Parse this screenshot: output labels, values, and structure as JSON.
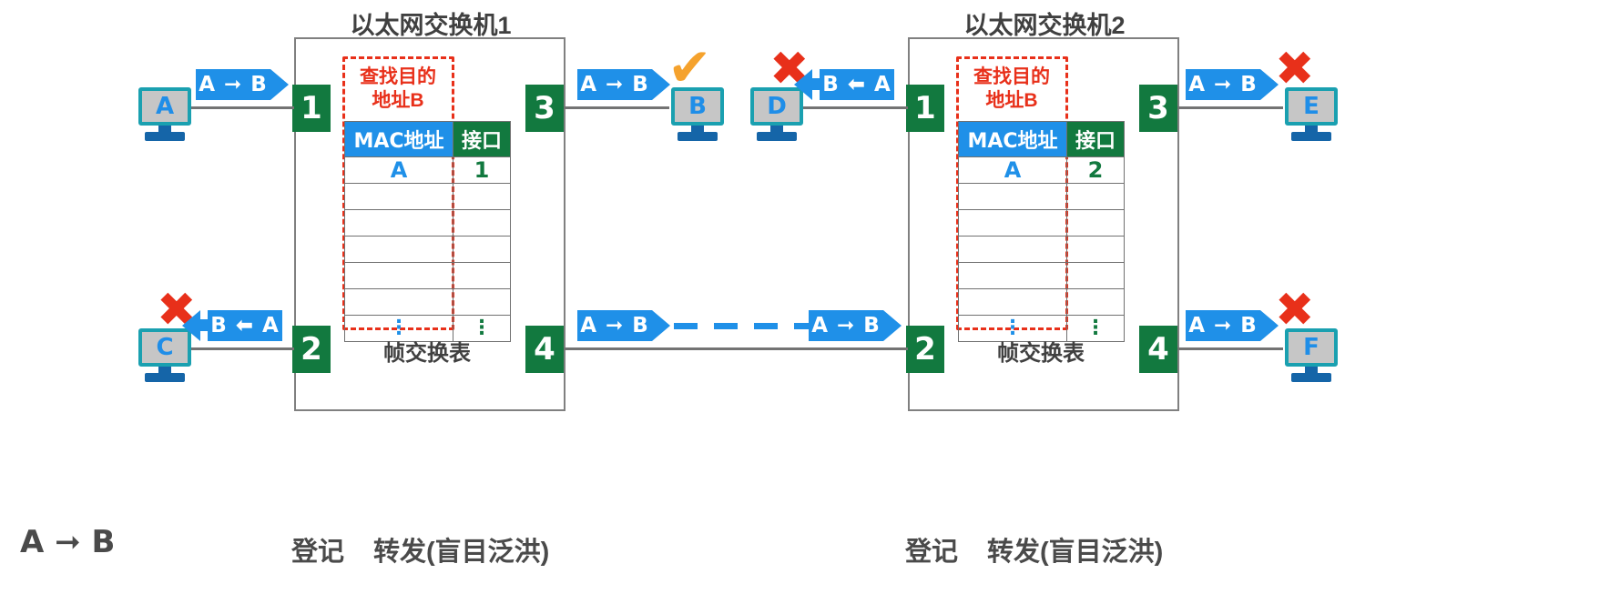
{
  "diagram": {
    "switches": [
      {
        "title": "以太网交换机1",
        "ports": [
          "1",
          "3",
          "2",
          "4"
        ],
        "lookup_note": "查找目的\n地址B",
        "table": {
          "headers": [
            "MAC地址",
            "接口"
          ],
          "rows": [
            {
              "mac": "A",
              "itf": "1"
            },
            {
              "mac": "",
              "itf": ""
            },
            {
              "mac": "",
              "itf": ""
            },
            {
              "mac": "",
              "itf": ""
            },
            {
              "mac": "",
              "itf": ""
            },
            {
              "mac": "",
              "itf": ""
            },
            {
              "mac": "⋮",
              "itf": "⋮"
            }
          ],
          "caption": "帧交换表"
        },
        "legend_register": "登记",
        "legend_forward": "转发(盲目泛洪)"
      },
      {
        "title": "以太网交换机2",
        "ports": [
          "1",
          "3",
          "2",
          "4"
        ],
        "lookup_note": "查找目的\n地址B",
        "table": {
          "headers": [
            "MAC地址",
            "接口"
          ],
          "rows": [
            {
              "mac": "A",
              "itf": "2"
            },
            {
              "mac": "",
              "itf": ""
            },
            {
              "mac": "",
              "itf": ""
            },
            {
              "mac": "",
              "itf": ""
            },
            {
              "mac": "",
              "itf": ""
            },
            {
              "mac": "",
              "itf": ""
            },
            {
              "mac": "⋮",
              "itf": "⋮"
            }
          ],
          "caption": "帧交换表"
        },
        "legend_register": "登记",
        "legend_forward": "转发(盲目泛洪)"
      }
    ],
    "hosts": [
      {
        "id": "host-a",
        "label": "A",
        "mark": ""
      },
      {
        "id": "host-b",
        "label": "B",
        "mark": "check"
      },
      {
        "id": "host-c",
        "label": "C",
        "mark": "cross"
      },
      {
        "id": "host-d",
        "label": "D",
        "mark": "cross"
      },
      {
        "id": "host-e",
        "label": "E",
        "mark": "cross"
      },
      {
        "id": "host-f",
        "label": "F",
        "mark": "cross"
      }
    ],
    "frames": [
      {
        "id": "frame-a-out",
        "text": "A ➞ B"
      },
      {
        "id": "frame-to-b",
        "text": "A ➞ B"
      },
      {
        "id": "frame-to-d",
        "text": "B ⬅ A"
      },
      {
        "id": "frame-to-c",
        "text": "B ⬅ A"
      },
      {
        "id": "frame-trunk-l",
        "text": "A ➞ B"
      },
      {
        "id": "frame-trunk-r",
        "text": "A ➞ B"
      },
      {
        "id": "frame-to-e",
        "text": "A ➞ B"
      },
      {
        "id": "frame-to-f",
        "text": "A ➞ B"
      }
    ],
    "marks": {
      "check": "✔",
      "cross": "✖"
    },
    "legend": {
      "key": "A ➞ B"
    },
    "colors": {
      "frame_blue": "#1f90e8",
      "port_green": "#12793f",
      "alert_red": "#e8301a",
      "check_orange": "#f5a22d",
      "wire_gray": "#737373"
    }
  }
}
